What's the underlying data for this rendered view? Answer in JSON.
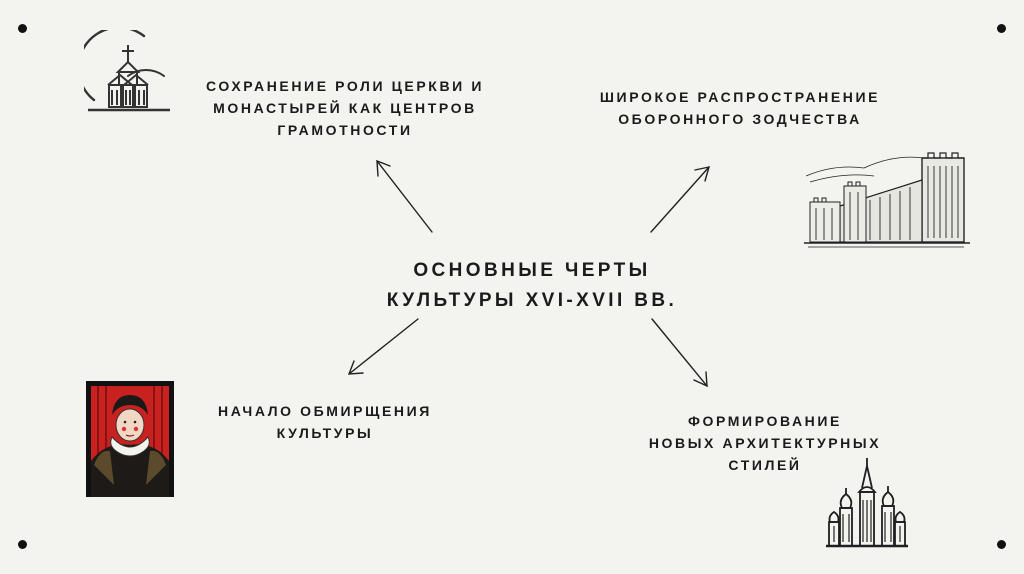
{
  "center": {
    "lines": [
      "ОСНОВНЫЕ ЧЕРТЫ",
      "КУЛЬТУРЫ XVI-XVII ВВ."
    ]
  },
  "nodes": {
    "church_role": {
      "lines": [
        "СОХРАНЕНИЕ РОЛИ ЦЕРКВИ И",
        "МОНАСТЫРЕЙ КАК ЦЕНТРОВ",
        "ГРАМОТНОСТИ"
      ],
      "icon": "church-icon"
    },
    "defense_architecture": {
      "lines": [
        "ШИРОКОЕ РАСПРОСТРАНЕНИЕ",
        "ОБОРОННОГО ЗОДЧЕСТВА"
      ],
      "icon": "fortress-icon"
    },
    "secularization": {
      "lines": [
        "НАЧАЛО ОБМИРЩЕНИЯ",
        "КУЛЬТУРЫ"
      ],
      "icon": "portrait-icon"
    },
    "new_styles": {
      "lines": [
        "ФОРМИРОВАНИЕ",
        "НОВЫХ АРХИТЕКТУРНЫХ",
        "СТИЛЕЙ"
      ],
      "icon": "cathedral-icon"
    }
  },
  "colors": {
    "background": "#f3f3ef",
    "text": "#1b1b1b",
    "portrait_red": "#c8211f"
  }
}
